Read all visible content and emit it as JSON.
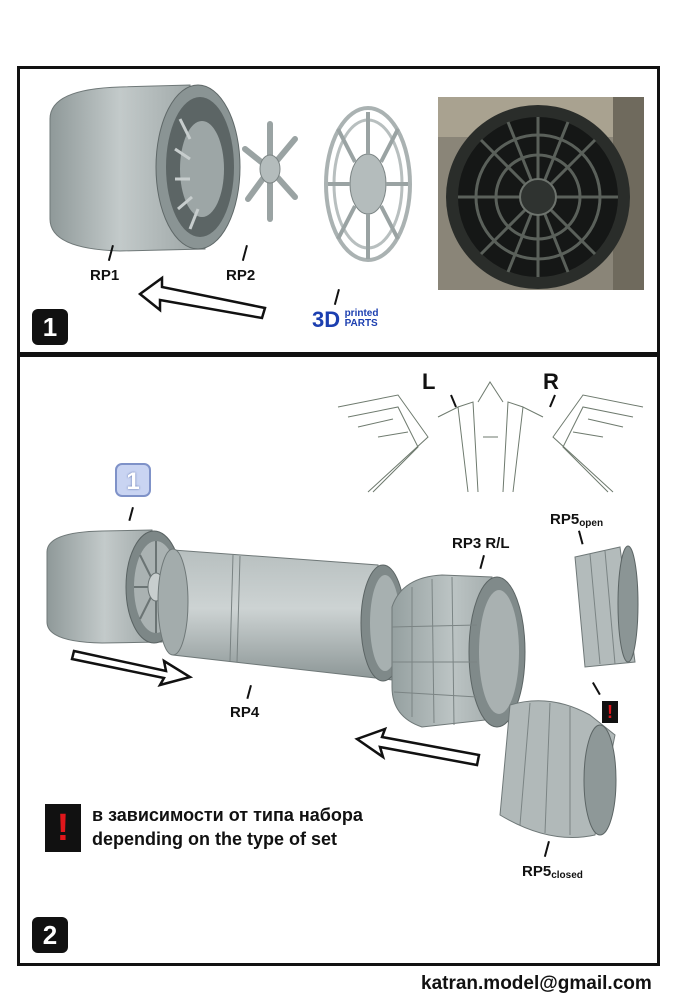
{
  "step1": {
    "number": "1",
    "parts": {
      "rp1": "RP1",
      "rp2": "RP2"
    },
    "logo": {
      "mark": "3D",
      "line1": "printed",
      "line2": "PARTS"
    }
  },
  "step2": {
    "number": "2",
    "ref_badge": "1",
    "side_left": "L",
    "side_right": "R",
    "parts": {
      "rp3": "RP3 R/L",
      "rp4": "RP4",
      "rp5_open": "RP5",
      "rp5_open_sub": "open",
      "rp5_closed": "RP5",
      "rp5_closed_sub": "closed"
    },
    "warning_icon": "!",
    "note_ru": "в зависимости от типа набора",
    "note_en": "depending on the type of set"
  },
  "footer": {
    "email": "katran.model@gmail.com"
  },
  "colors": {
    "part_gray": "#a9b2b2",
    "logo_blue": "#1c3fb0",
    "warning_red": "#e0161b",
    "badge_blue": "#c9d4f2"
  }
}
